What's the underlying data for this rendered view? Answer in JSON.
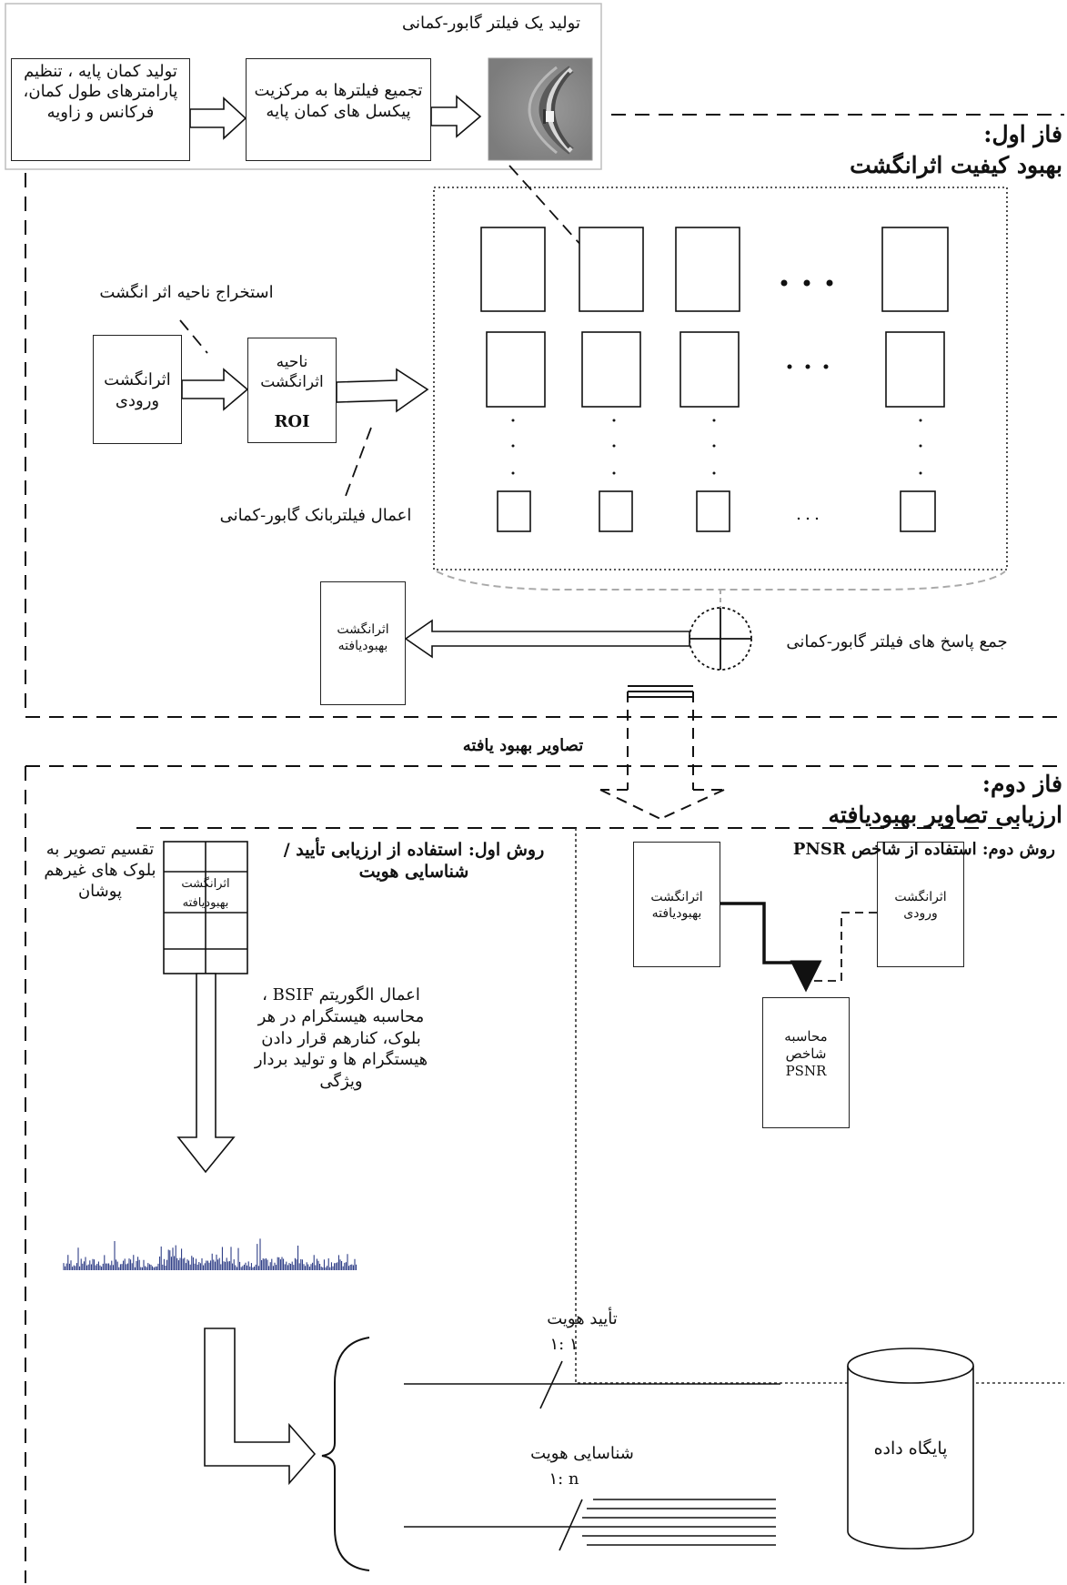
{
  "phase1": {
    "title_line1": "فاز اول:",
    "title_line2": "بهبود کیفیت اثرانگشت",
    "gabor_panel": {
      "title": "تولید یک فیلتر گابور-کمانی",
      "box1": "تولید کمان پایه ، تنظیم پارامترهای طول کمان، فرکانس و زاویه",
      "box2": "تجمیع فیلترها به مرکزیت پیکسل های کمان پایه"
    },
    "extract_label": "استخراج ناحیه اثر انگشت",
    "input_box": "اثرانگشت ورودی",
    "roi_box_line1": "ناحیه اثرانگشت",
    "roi_box_line2": "ROI",
    "apply_label": "اعمال فیلتربانک گابور-کمانی",
    "sum_label": "جمع پاسخ های فیلتر گابور-کمانی",
    "enhanced_box": "اثرانگشت بهبودیافته"
  },
  "transfer_label": "تصاویر بهبود یافته",
  "phase2": {
    "title_line1": "فاز دوم:",
    "title_line2": "ارزیابی تصاویر بهبودیافته",
    "method1": {
      "title": "روش اول: استفاده از ارزیابی تأیید / شناسایی هویت",
      "divide_label": "تقسیم تصویر به بلوک های غیرهم پوشان",
      "grid_text": "اثرانگشت بهبودیافته",
      "bsif_label": "اعمال الگوریتم BSIF ، محاسبه هیستگرام در هر بلوک، کنارهم قرار دادن هیستگرام ها و تولید بردار ویژگی"
    },
    "method2": {
      "title": "روش دوم: استفاده از شاخص PNSR",
      "enhanced_box": "اثرانگشت بهبودیافته",
      "input_box": "اثرانگشت ورودی",
      "psnr_box": "محاسبه شاخص PSNR"
    },
    "verification_label": "تأیید هویت",
    "verification_ratio": "۱: ۱",
    "identification_label": "شناسایی هویت",
    "identification_ratio": "۱: n",
    "database_label": "پایگاه داده"
  },
  "colors": {
    "line": "#111111",
    "gray_border": "#bbbbbb",
    "filter_bg": "#8a8a8a"
  }
}
